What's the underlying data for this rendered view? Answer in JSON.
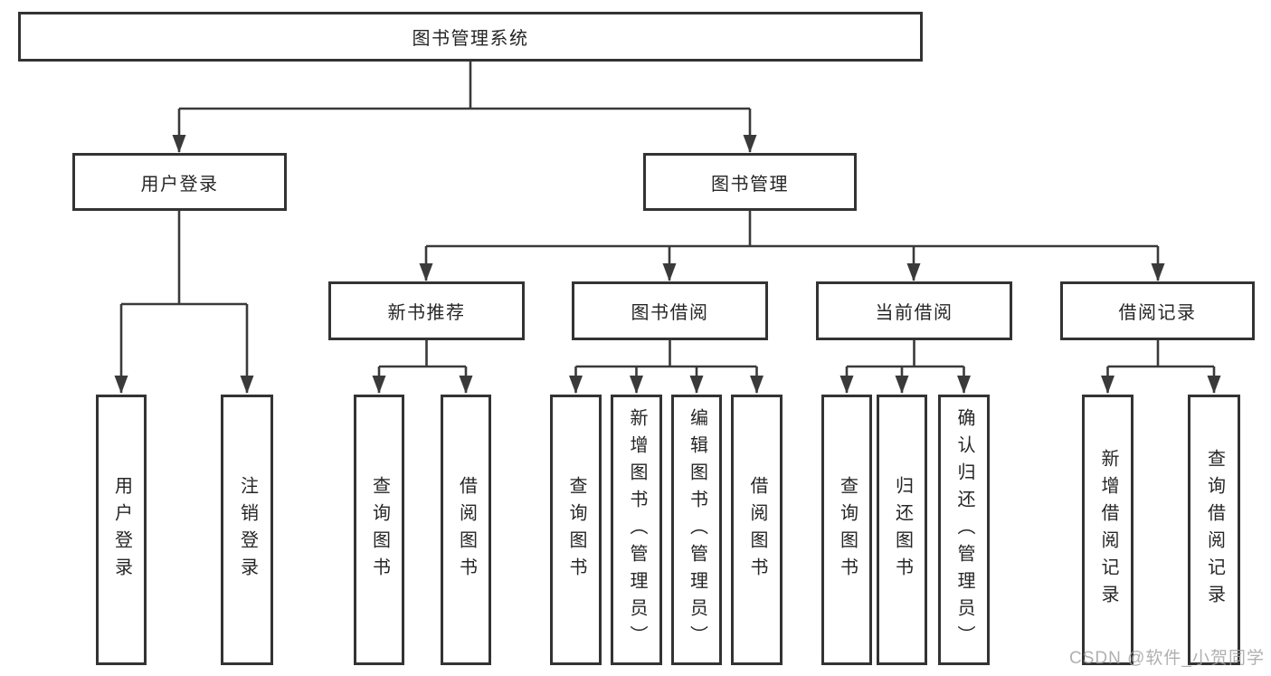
{
  "tree": {
    "label": "图书管理系统",
    "children": [
      {
        "label": "用户登录",
        "children": [
          {
            "label": "用户登录"
          },
          {
            "label": "注销登录"
          }
        ]
      },
      {
        "label": "图书管理",
        "children": [
          {
            "label": "新书推荐",
            "children": [
              {
                "label": "查询图书"
              },
              {
                "label": "借阅图书"
              }
            ]
          },
          {
            "label": "图书借阅",
            "children": [
              {
                "label": "查询图书"
              },
              {
                "label": "新增图书（管理员）"
              },
              {
                "label": "编辑图书（管理员）"
              },
              {
                "label": "借阅图书"
              }
            ]
          },
          {
            "label": "当前借阅",
            "children": [
              {
                "label": "查询图书"
              },
              {
                "label": "归还图书"
              },
              {
                "label": "确认归还（管理员）"
              }
            ]
          },
          {
            "label": "借阅记录",
            "children": [
              {
                "label": "新增借阅记录"
              },
              {
                "label": "查询借阅记录"
              }
            ]
          }
        ]
      }
    ]
  },
  "watermark": {
    "text": "CSDN @软件_小贺同学"
  },
  "colors": {
    "line": "#3a3a3a",
    "border": "#333333",
    "text": "#262626",
    "watermark": "#a3a3a3",
    "background": "#ffffff"
  }
}
